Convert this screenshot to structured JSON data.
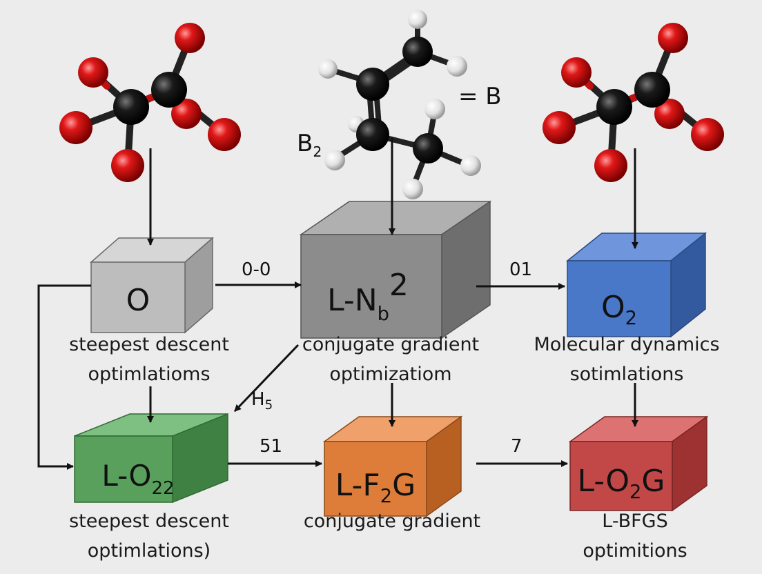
{
  "molecule_labels": {
    "double_bond_label": "= B",
    "left_label_main": "B",
    "left_label_sub": "2"
  },
  "boxes": {
    "o": {
      "main": "O",
      "sub": "",
      "tail": "",
      "color": "#bdbdbd"
    },
    "lnb2": {
      "main": "L-N",
      "sub": "b",
      "tail": "2",
      "color": "#8c8c8c"
    },
    "o2": {
      "main": "O",
      "sub": "2",
      "tail": "",
      "color": "#4a78c8"
    },
    "lo22": {
      "main": "L-O",
      "sub": "22",
      "tail": "",
      "color": "#58a05c"
    },
    "lf2g": {
      "main": "L-F",
      "sub": "2",
      "tail": "G",
      "color": "#de7d3a"
    },
    "lo2g": {
      "main": "L-O",
      "sub": "2",
      "tail": "G",
      "color": "#c24848"
    }
  },
  "captions": {
    "o": [
      "steepest descent",
      "optimlatioms"
    ],
    "lnb2": [
      "conjugate gradient",
      "optimizatiom"
    ],
    "o2": [
      "Molecular dynamics",
      "sotimlations"
    ],
    "lo22": [
      "steepest descent",
      "optimlations)"
    ],
    "lf2g": [
      "conjugate gradient"
    ],
    "lo2g": [
      "L-BFGS",
      "optimitions"
    ]
  },
  "edge_labels": {
    "o_to_lnb2": "0-0",
    "lnb2_to_o2": "01",
    "lnb2_to_lo22_main": "H",
    "lnb2_to_lo22_sub": "5",
    "lo22_to_lf2g": "51",
    "lf2g_to_lo2g": "7"
  }
}
